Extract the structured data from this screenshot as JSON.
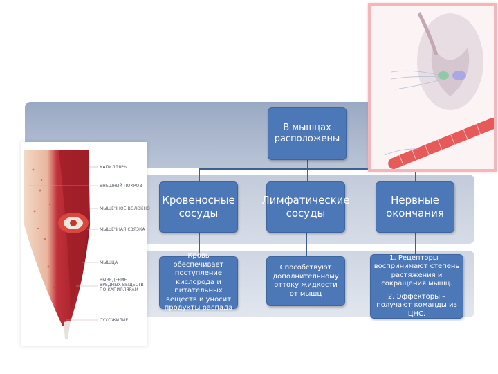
{
  "root": {
    "title": "В мышцах расположены"
  },
  "categories": [
    {
      "title": "Кровеносные сосуды",
      "description": "Кровь обеспечивает поступление кислорода и питательных веществ и уносит продукты распада"
    },
    {
      "title": "Лимфатические сосуды",
      "description": "Способствуют дополнительному оттоку жидкости от мышц"
    },
    {
      "title": "Нервные окончания",
      "description_lines": [
        "1. Рецепторы – воспринимают степень растяжения и сокращения мышц.",
        "2. Эффекторы – получают команды из ЦНС."
      ]
    }
  ],
  "muscle_labels": [
    "КАПИЛЛЯРЫ",
    "ВНЕШНИЙ ПОКРОВ",
    "МЫШЕЧНОЕ ВОЛОКНО",
    "МЫШЕЧНАЯ СВЯЗКА",
    "МЫШЦА",
    "ВЫВЕДЕНИЕ ВРЕДНЫХ ВЕЩЕСТВ ПО КАПИЛЛЯРАМ",
    "СУХОЖИЛИЕ"
  ],
  "colors": {
    "node": "#4c78b7",
    "connector": "#3f5f8f",
    "muscle": "#b8202a",
    "nerve_frame": "#f3b7bb"
  }
}
